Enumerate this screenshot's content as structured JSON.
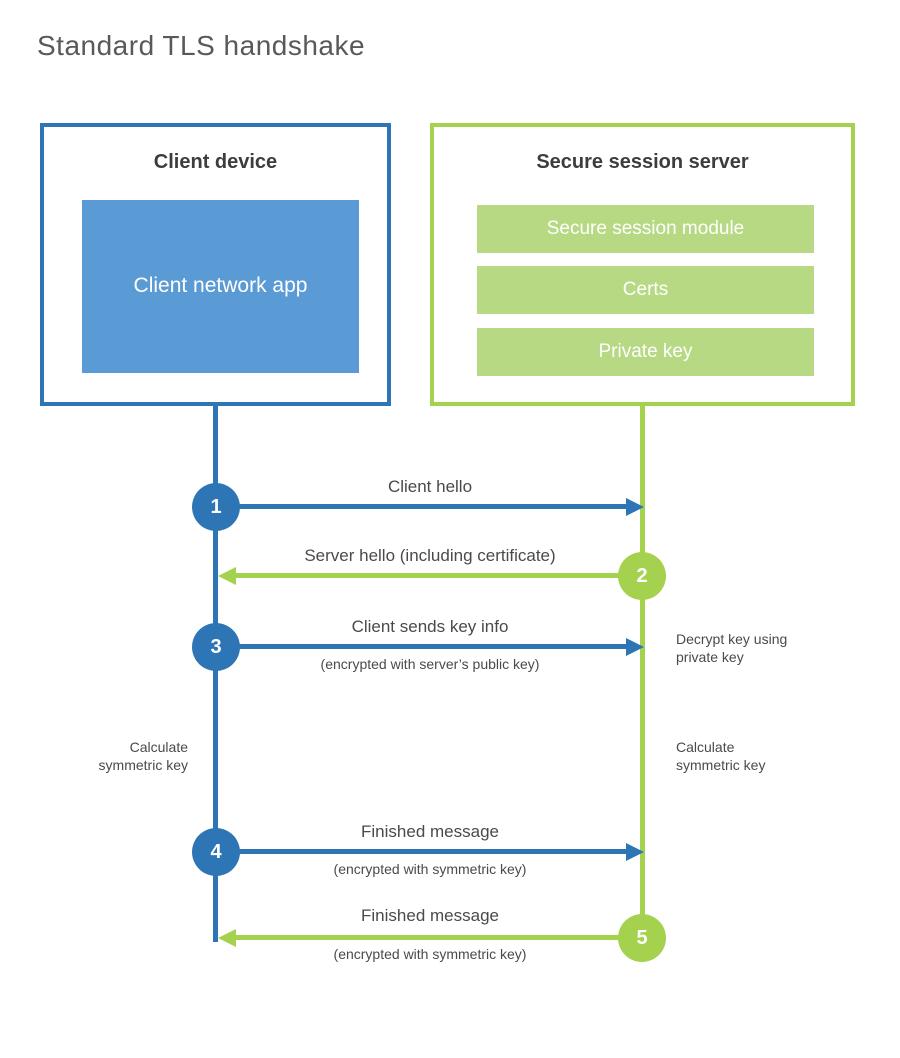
{
  "title": "Standard TLS handshake",
  "colors": {
    "blue": "#2e75b6",
    "blue-light": "#5b9bd5",
    "green": "#a4d14e",
    "green-light": "#b7d983",
    "heading": "#3d3d3d",
    "label": "#4a4a4a",
    "title": "#595959"
  },
  "client": {
    "heading": "Client device",
    "module": "Client network app"
  },
  "server": {
    "heading": "Secure session server",
    "modules": [
      "Secure session module",
      "Certs",
      "Private key"
    ]
  },
  "messages": [
    {
      "num": "1",
      "label": "Client hello",
      "sub": "",
      "direction": "right",
      "color": "blue"
    },
    {
      "num": "2",
      "label": "Server hello (including certificate)",
      "sub": "",
      "direction": "left",
      "color": "green"
    },
    {
      "num": "3",
      "label": "Client sends key info",
      "sub": "(encrypted with server’s public key)",
      "direction": "right",
      "color": "blue"
    },
    {
      "num": "4",
      "label": "Finished message",
      "sub": "(encrypted with symmetric key)",
      "direction": "right",
      "color": "blue"
    },
    {
      "num": "5",
      "label": "Finished message",
      "sub": "(encrypted with symmetric key)",
      "direction": "left",
      "color": "green"
    }
  ],
  "side_notes": {
    "decrypt": "Decrypt key using\nprivate key",
    "calc_left": "Calculate\nsymmetric key",
    "calc_right": "Calculate\nsymmetric key"
  }
}
